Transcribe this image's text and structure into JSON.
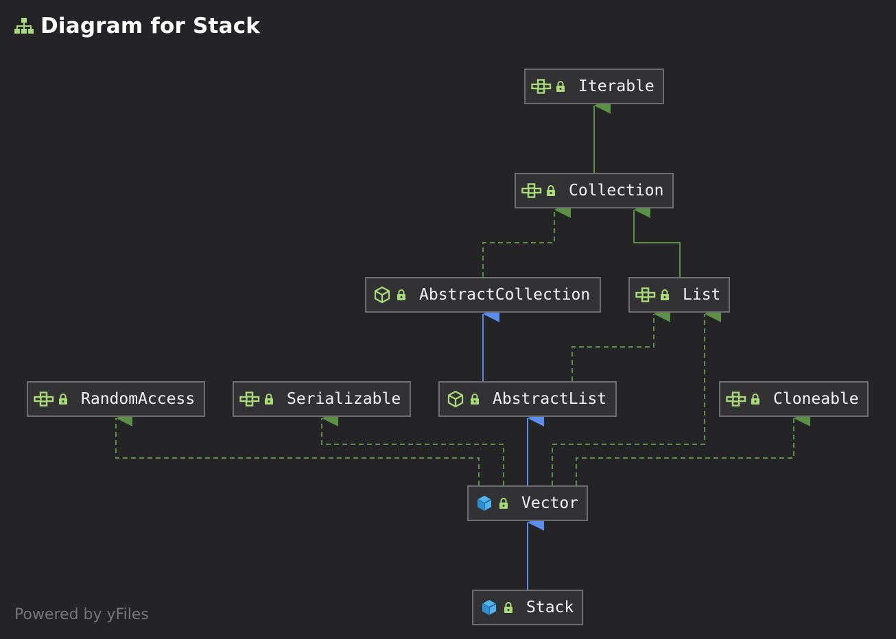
{
  "header": {
    "title": "Diagram for Stack",
    "icon": "hierarchy-icon"
  },
  "footer": {
    "text": "Powered by yFiles"
  },
  "colors": {
    "background": "#242426",
    "node_fill": "#323234",
    "node_border": "#6f6f73",
    "interface_icon": "#a9dc76",
    "lock_icon": "#a9dc76",
    "class_icon": "#4fb3f0",
    "edge_green": "#5b9047",
    "edge_blue": "#5a8ff0"
  },
  "nodes": {
    "iterable": {
      "label": "Iterable",
      "kind": "interface"
    },
    "collection": {
      "label": "Collection",
      "kind": "interface"
    },
    "abstract_collection": {
      "label": "AbstractCollection",
      "kind": "abstract-class"
    },
    "list": {
      "label": "List",
      "kind": "interface"
    },
    "random_access": {
      "label": "RandomAccess",
      "kind": "interface"
    },
    "serializable": {
      "label": "Serializable",
      "kind": "interface"
    },
    "abstract_list": {
      "label": "AbstractList",
      "kind": "abstract-class"
    },
    "cloneable": {
      "label": "Cloneable",
      "kind": "interface"
    },
    "vector": {
      "label": "Vector",
      "kind": "class"
    },
    "stack": {
      "label": "Stack",
      "kind": "class"
    }
  },
  "edges": [
    {
      "from": "collection",
      "to": "iterable",
      "type": "interface-extends"
    },
    {
      "from": "abstract_collection",
      "to": "collection",
      "type": "implements"
    },
    {
      "from": "list",
      "to": "collection",
      "type": "interface-extends"
    },
    {
      "from": "abstract_list",
      "to": "abstract_collection",
      "type": "extends"
    },
    {
      "from": "abstract_list",
      "to": "list",
      "type": "implements"
    },
    {
      "from": "vector",
      "to": "random_access",
      "type": "implements"
    },
    {
      "from": "vector",
      "to": "serializable",
      "type": "implements"
    },
    {
      "from": "vector",
      "to": "abstract_list",
      "type": "extends"
    },
    {
      "from": "vector",
      "to": "list",
      "type": "implements"
    },
    {
      "from": "vector",
      "to": "cloneable",
      "type": "implements"
    },
    {
      "from": "stack",
      "to": "vector",
      "type": "extends"
    }
  ]
}
